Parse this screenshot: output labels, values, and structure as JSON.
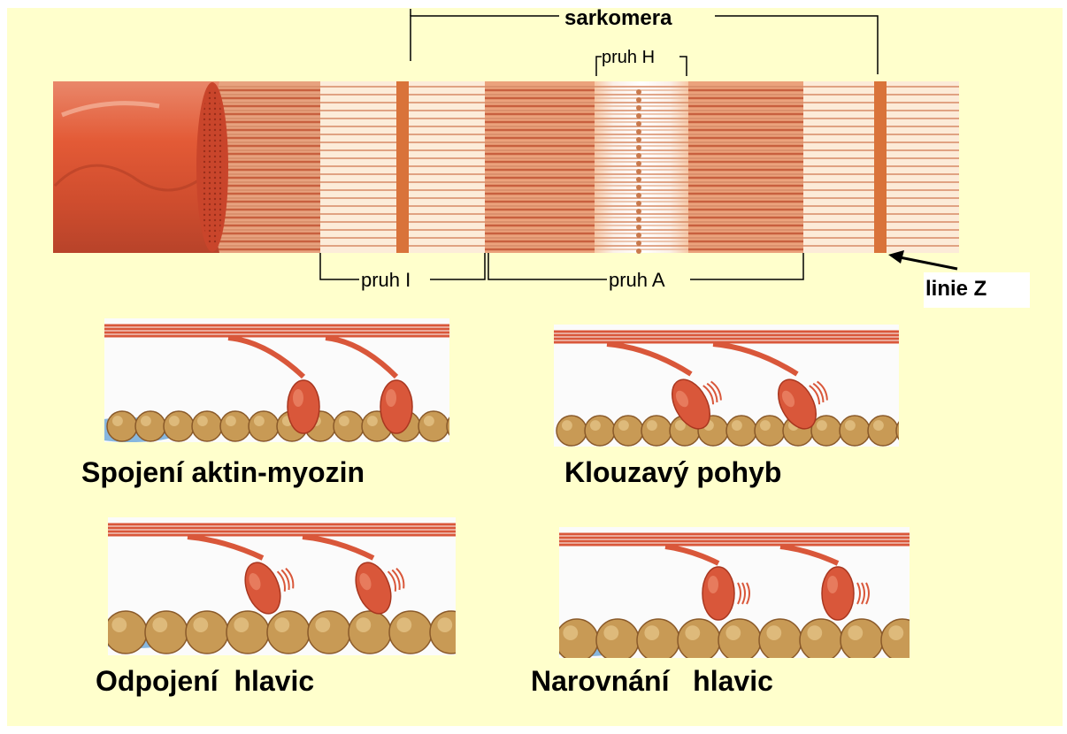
{
  "labels": {
    "sarcomere": "sarkomera",
    "h_band": "pruh H",
    "i_band": "pruh I",
    "a_band": "pruh A",
    "z_line": "linie Z"
  },
  "captions": [
    "Spojení aktin-myozin",
    "Klouzavý pohyb",
    "Odpojení  hlavic",
    "Narovnání   hlavic"
  ],
  "colors": {
    "slide_background": "#ffffcc",
    "fiber": "#d9573a",
    "z_line": "#d9733a",
    "actin_bead": "#c89a55"
  }
}
